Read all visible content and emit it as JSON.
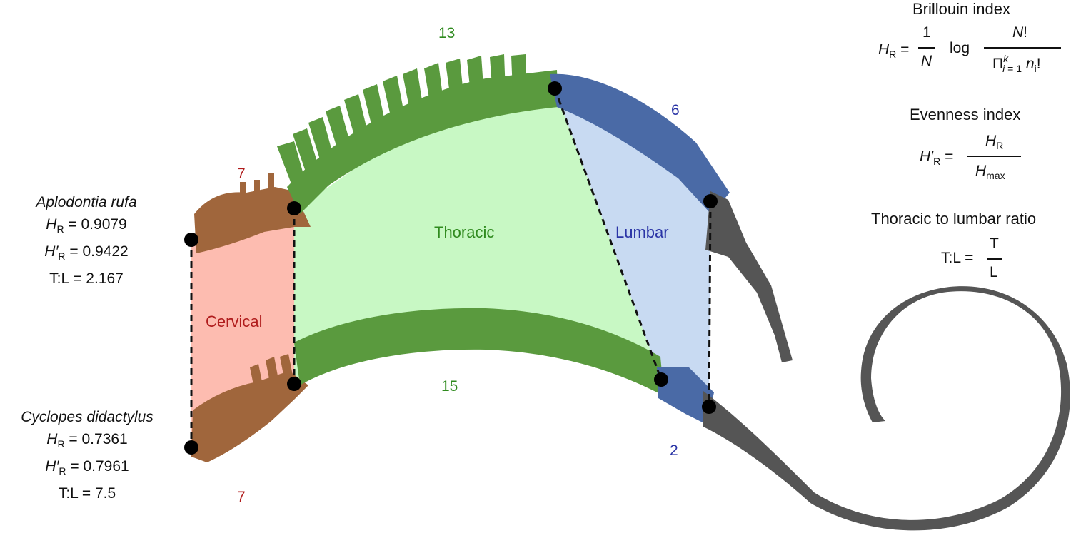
{
  "species": [
    {
      "name": "Aplodontia rufa",
      "hr_value": "0.9079",
      "evenness_value": "0.9422",
      "tl_label": "T:L = ",
      "tl_value": "2.167"
    },
    {
      "name": "Cyclopes didactylus",
      "hr_value": "0.7361",
      "evenness_value": "0.7961",
      "tl_label": "T:L = ",
      "tl_value": "7.5"
    }
  ],
  "regions": {
    "cervical": "Cervical",
    "thoracic": "Thoracic",
    "lumbar": "Lumbar"
  },
  "counts": {
    "cervical_top": "7",
    "cervical_bottom": "7",
    "thoracic_top": "13",
    "thoracic_bottom": "15",
    "lumbar_top": "6",
    "lumbar_bottom": "2"
  },
  "formulas": {
    "brillouin_title": "Brillouin index",
    "evenness_title": "Evenness index",
    "ratio_title": "Thoracic to lumbar ratio",
    "one": "1",
    "log": "log",
    "t": "T",
    "l": "L",
    "tl_prefix": "T:L ="
  },
  "colors": {
    "cervical_bone": "#a0663c",
    "cervical_fill": "#fdbcb0",
    "cervical_text": "#b01c1c",
    "thoracic_bone": "#5a9a3e",
    "thoracic_fill": "#c8f8c4",
    "thoracic_text": "#2f8a1e",
    "lumbar_bone": "#4a6aa6",
    "lumbar_fill": "#c8daf2",
    "lumbar_text": "#2a34a6",
    "tail_bone": "#555555"
  }
}
